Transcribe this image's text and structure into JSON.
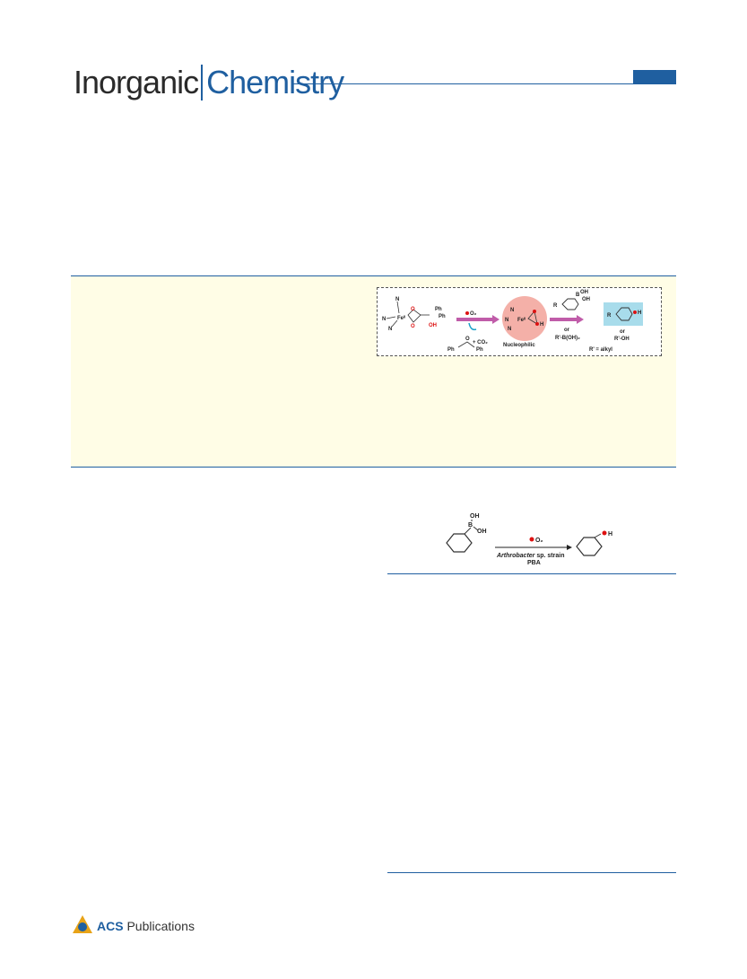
{
  "journal": {
    "name_part1": "Inorganic",
    "name_part2": "Chemistry"
  },
  "toc_graphic": {
    "labels": {
      "fe_left": "Feᴵᴵ",
      "n": "N",
      "o": "O",
      "ph": "Ph",
      "oh": "OH",
      "o2": "O₂",
      "co2": "+ CO₂",
      "fe_center": "Feᴵᴵ",
      "nucleophilic": "Nucleophilic",
      "or": "or",
      "boronic": "R'-B(OH)₂",
      "alcohol": "R'-OH",
      "r_def": "R' = alkyl",
      "r": "R",
      "b": "B",
      "h": "H"
    }
  },
  "scheme": {
    "oh": "OH",
    "b": "B",
    "o2": "O₂",
    "h": "H",
    "organism": "Arthrobacter",
    "organism_rest": " sp. strain",
    "substrate": "PBA"
  },
  "footer": {
    "publisher_bold": "ACS",
    "publisher_rest": " Publications"
  },
  "colors": {
    "brand_blue": "#1f5fa0",
    "abstract_bg": "#fffde6",
    "oxygen_red": "#d11"
  }
}
